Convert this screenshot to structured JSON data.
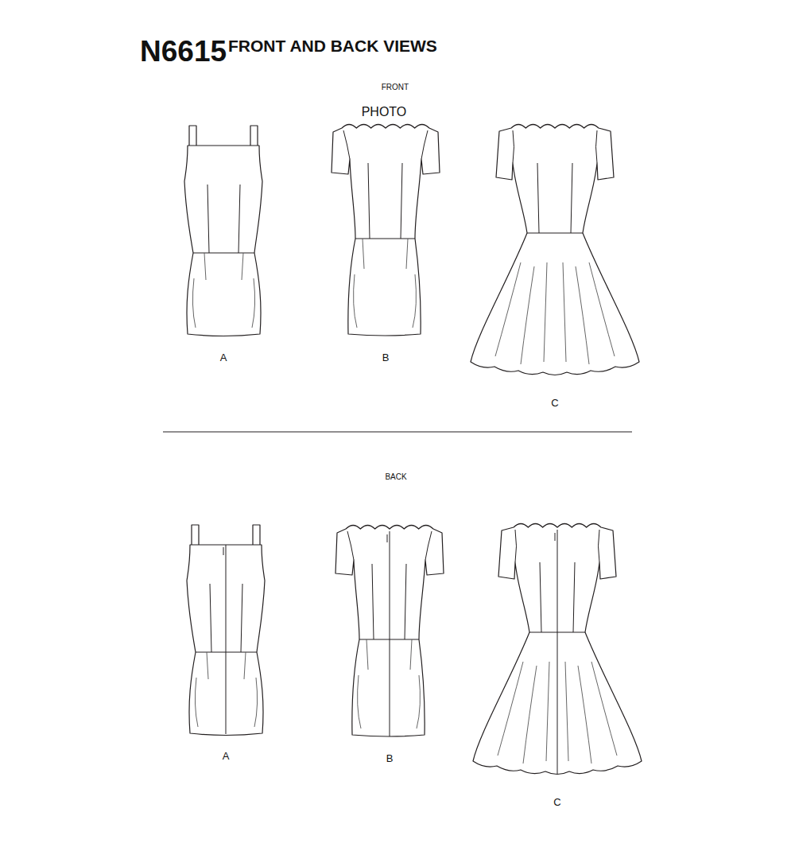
{
  "diagram": {
    "title": "N6615",
    "labels": [
      "FRONT AND BACK VIEWS",
      "FRONT",
      "PHOTO",
      "A",
      "B",
      "C",
      "BACK",
      "A",
      "B",
      "C"
    ]
  }
}
